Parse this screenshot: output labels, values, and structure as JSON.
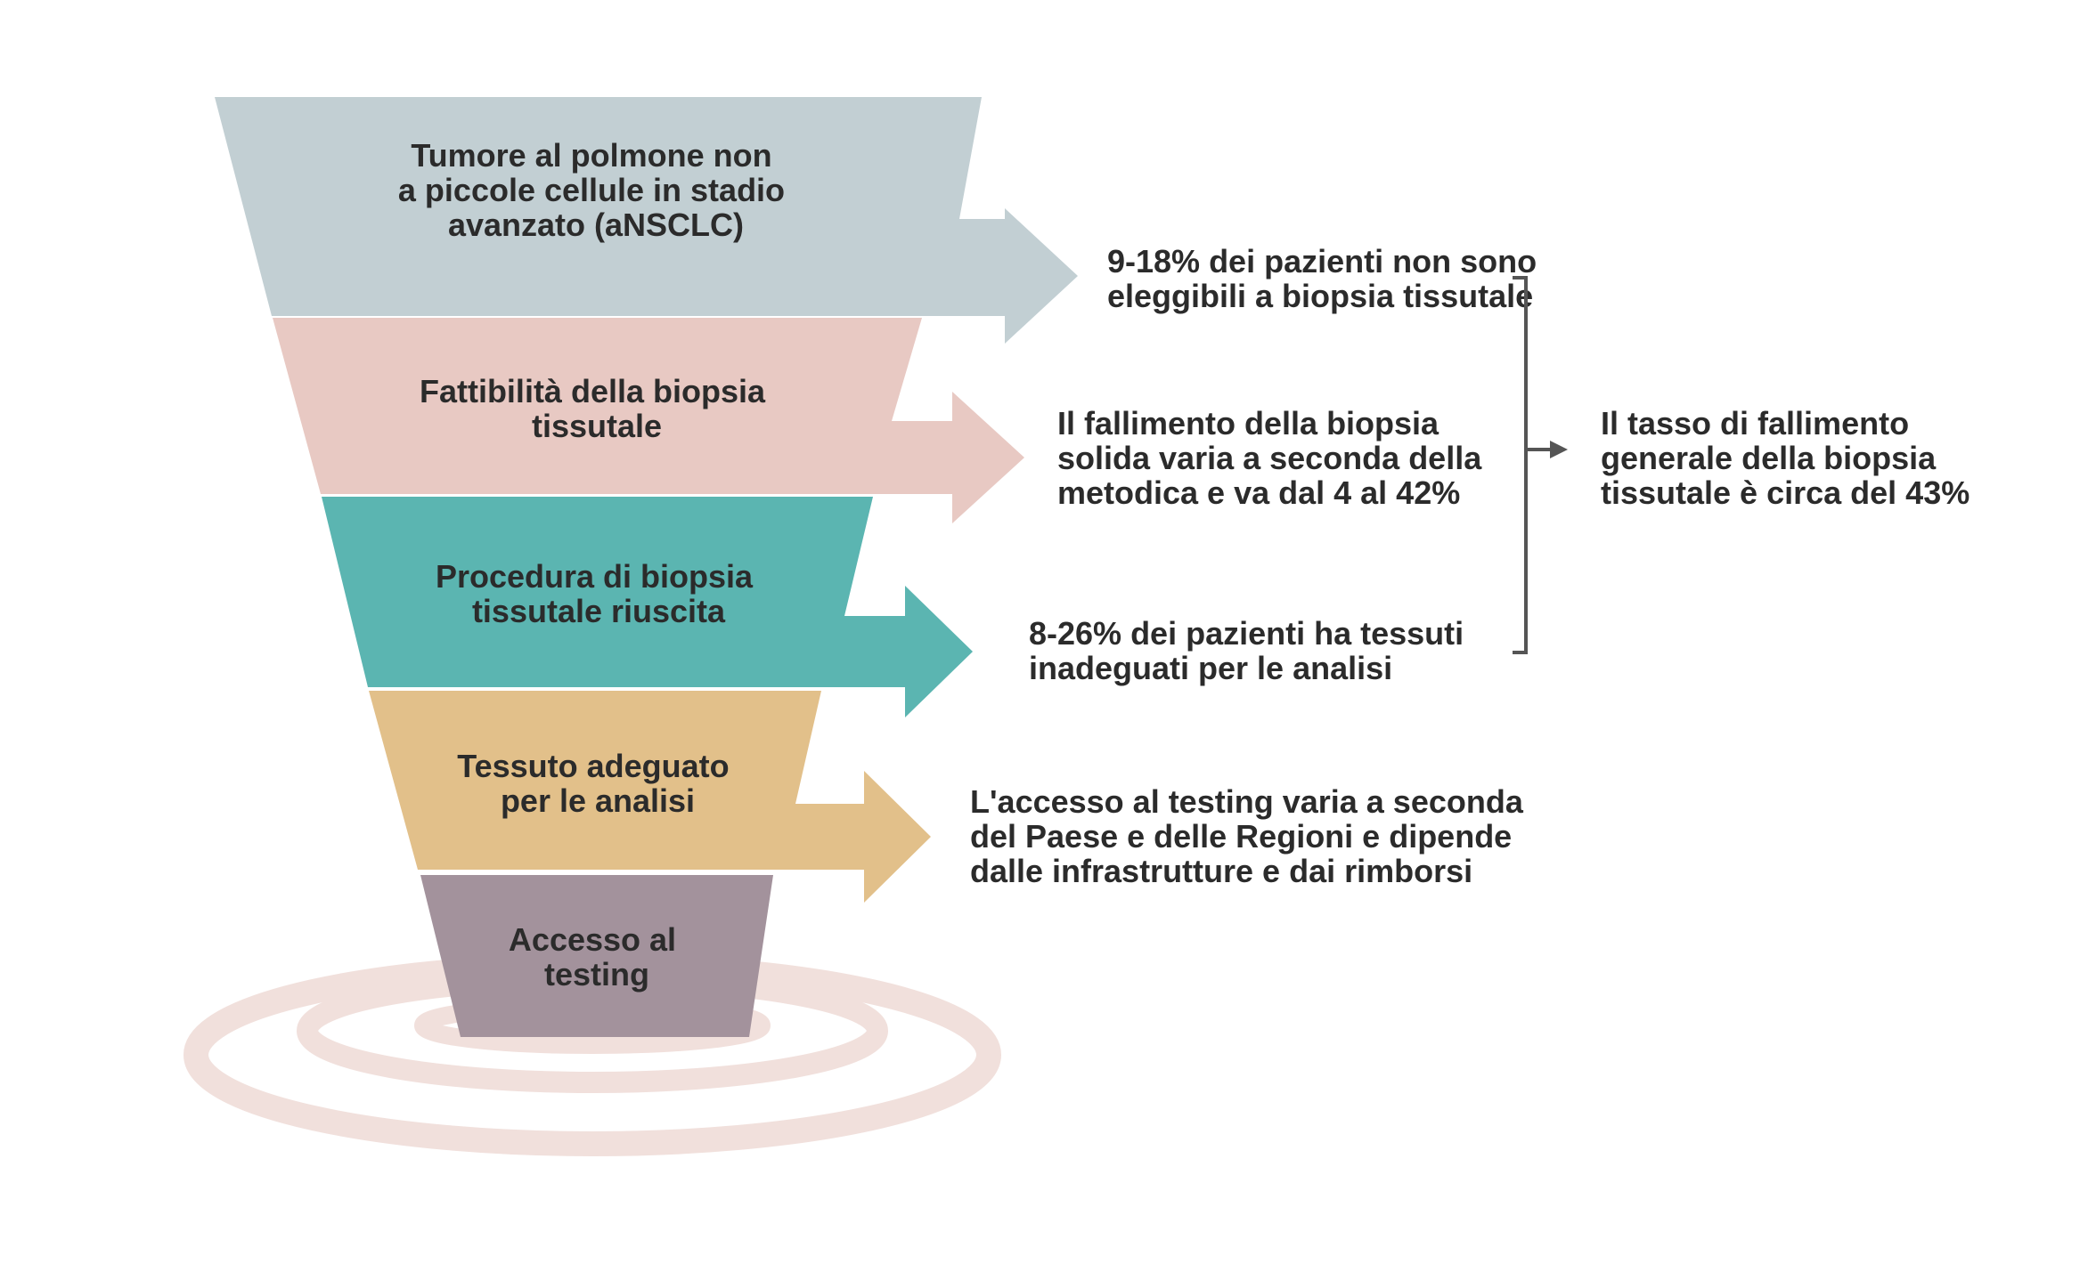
{
  "colors": {
    "stage_1": "#c2cfd3",
    "stage_2": "#e8c9c3",
    "stage_3": "#5bb5b1",
    "stage_4": "#e2c08a",
    "stage_5": "#a3929c",
    "rings": "#f1e0dc",
    "bracket": "#555555",
    "text": "#2b2b2b"
  },
  "stages": [
    {
      "lines": [
        "Tumore al polmone non",
        "a piccole cellule in stadio",
        "avanzato (aNSCLC)"
      ]
    },
    {
      "lines": [
        "Fattibilità della biopsia",
        "tissutale"
      ]
    },
    {
      "lines": [
        "Procedura di biopsia",
        "tissutale riuscita"
      ]
    },
    {
      "lines": [
        "Tessuto adeguato",
        "per le analisi"
      ]
    },
    {
      "lines": [
        "Accesso al",
        "testing"
      ]
    }
  ],
  "callouts": [
    {
      "lines": [
        "9-18% dei pazienti non sono",
        "eleggibili a biopsia tissutale"
      ]
    },
    {
      "lines": [
        "Il fallimento della biopsia",
        "solida varia a seconda della",
        "metodica e va dal 4 al 42%"
      ]
    },
    {
      "lines": [
        "8-26% dei pazienti ha tessuti",
        "inadeguati per le analisi"
      ]
    },
    {
      "lines": [
        "L'accesso al testing varia a seconda",
        "del Paese e delle Regioni e dipende",
        "dalle infrastrutture e dai rimborsi"
      ]
    }
  ],
  "summary": {
    "lines": [
      "Il tasso di fallimento",
      "generale della biopsia",
      "tissutale è circa del 43%"
    ]
  }
}
